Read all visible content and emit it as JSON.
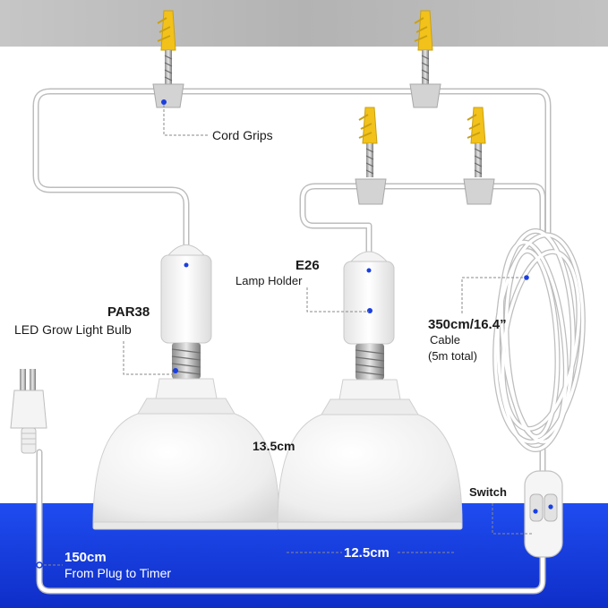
{
  "labels": {
    "cord_grips": "Cord Grips",
    "e26": "E26",
    "lamp_holder": "Lamp Holder",
    "par38": "PAR38",
    "bulb": "LED Grow Light Bulb",
    "cable_length": "350cm/16.4”",
    "cable": "Cable",
    "cable_total": "(5m total)",
    "height": "13.5cm",
    "switch": "Switch",
    "width": "12.5cm",
    "plug_length": "150cm",
    "plug_to_timer": "From Plug to Timer"
  },
  "colors": {
    "ceiling": "#b9b9b9",
    "floor_blue": "#1a3fe0",
    "anchor_yellow": "#f2c21b",
    "cord_white": "#ffffff",
    "shade": "#f1f1f1",
    "dot_blue": "#1a3fe0"
  }
}
